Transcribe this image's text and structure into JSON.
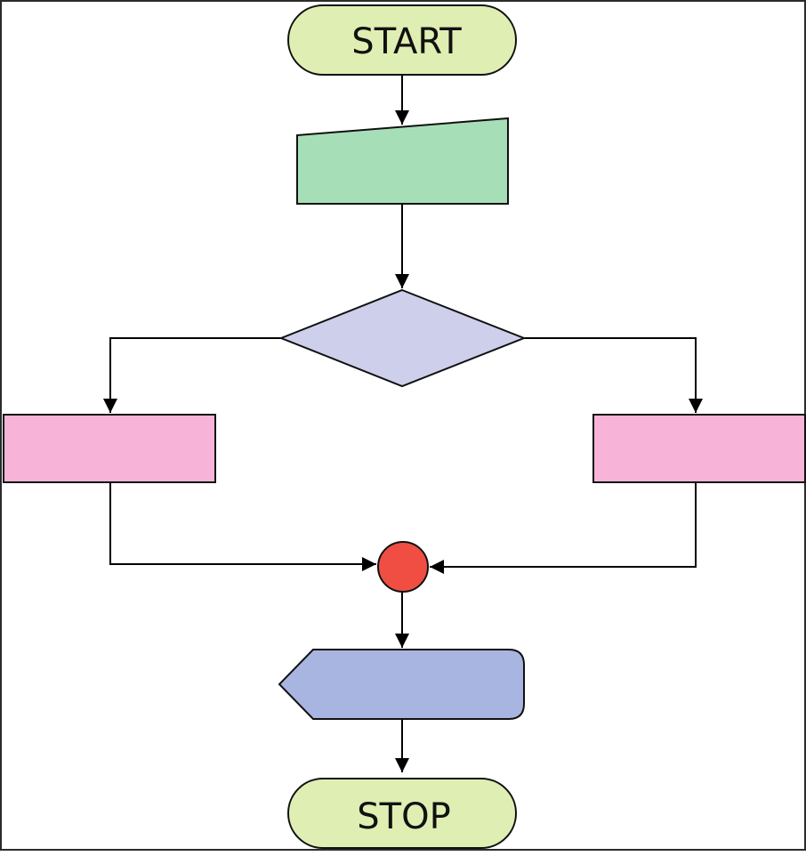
{
  "colors": {
    "terminator_fill": "#dfeeb2",
    "manual_input_fill": "#a6dfb7",
    "decision_fill": "#cdcfeb",
    "process_fill": "#f8b4d8",
    "connector_fill": "#f04e43",
    "display_fill": "#a8b5e0",
    "line": "#000000"
  },
  "nodes": {
    "start": {
      "label": "START",
      "shape": "terminator"
    },
    "input": {
      "label": "",
      "shape": "manual-input"
    },
    "decision": {
      "label": "",
      "shape": "decision"
    },
    "process_left": {
      "label": "",
      "shape": "process"
    },
    "process_right": {
      "label": "",
      "shape": "process"
    },
    "connector": {
      "label": "",
      "shape": "connector"
    },
    "display": {
      "label": "",
      "shape": "display"
    },
    "stop": {
      "label": "STOP",
      "shape": "terminator"
    }
  },
  "edges": [
    {
      "from": "start",
      "to": "input"
    },
    {
      "from": "input",
      "to": "decision"
    },
    {
      "from": "decision",
      "to": "process_left"
    },
    {
      "from": "decision",
      "to": "process_right"
    },
    {
      "from": "process_left",
      "to": "connector"
    },
    {
      "from": "process_right",
      "to": "connector"
    },
    {
      "from": "connector",
      "to": "display"
    },
    {
      "from": "display",
      "to": "stop"
    }
  ]
}
